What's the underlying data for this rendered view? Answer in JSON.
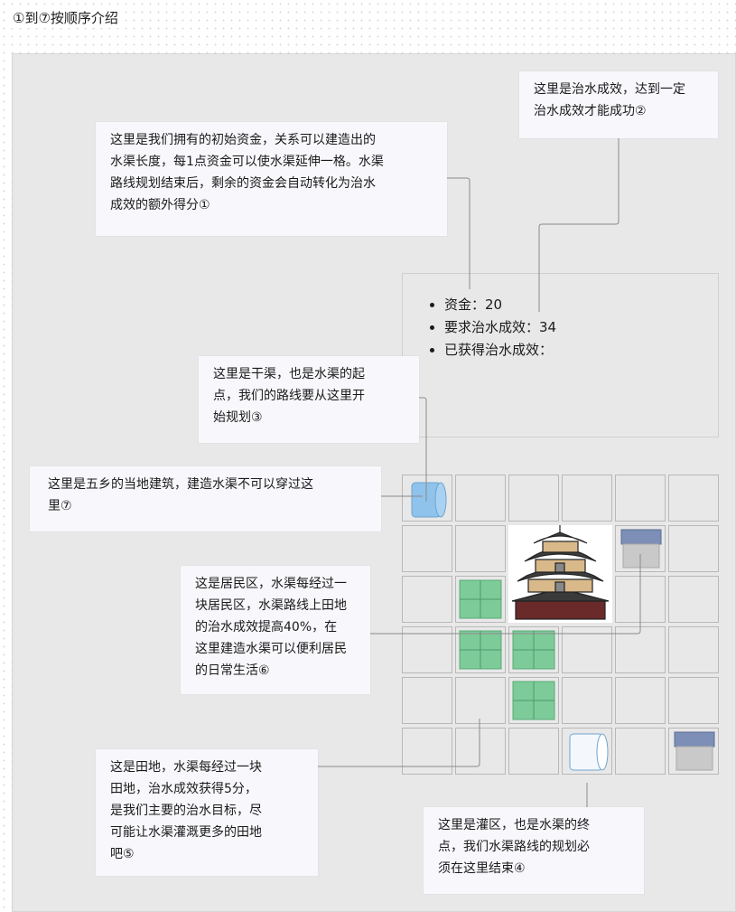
{
  "heading": "①到⑦按顺序介绍",
  "notes": {
    "funds": "这里是我们拥有的初始资金，关系可以建造出的\n水渠长度，每1点资金可以使水渠延伸一格。水渠\n路线规划结束后，剩余的资金会自动转化为治水\n成效的额外得分①",
    "target": "这里是治水成效，达到一定\n治水成效才能成功②",
    "canal_start": "这里是干渠，也是水渠的起\n点，我们的路线要从这里开\n始规划③",
    "building": "这里是五乡的当地建筑，建造水渠不可以穿过这\n里⑦",
    "residential": "这是居民区，水渠每经过一\n块居民区，水渠路线上田地\n的治水成效提高40%，在\n这里建造水渠可以便利居民\n的日常生活⑥",
    "farmland": "这是田地，水渠每经过一块\n田地，治水成效获得5分，\n是我们主要的治水目标，尽\n可能让水渠灌溉更多的田地\n吧⑤",
    "irrigation": "这里是灌区，也是水渠的终\n点，我们水渠路线的规划必\n须在这里结束④"
  },
  "stats": {
    "funds": "资金：20",
    "required": "要求治水成效：34",
    "obtained": "已获得治水成效："
  },
  "grid": {
    "rows": 6,
    "cols": 6,
    "canal_start": [
      0,
      0
    ],
    "building": [
      1,
      2
    ],
    "residential": [
      [
        1,
        4
      ],
      [
        5,
        5
      ]
    ],
    "farmland": [
      [
        2,
        1
      ],
      [
        3,
        1
      ],
      [
        3,
        2
      ],
      [
        4,
        2
      ]
    ],
    "irrigation_end": [
      5,
      3
    ]
  },
  "colors": {
    "canal": "#8fc3ec",
    "farmland": "#7dcb99",
    "roof": "#7d8fb6",
    "house": "#c9c9c9"
  }
}
